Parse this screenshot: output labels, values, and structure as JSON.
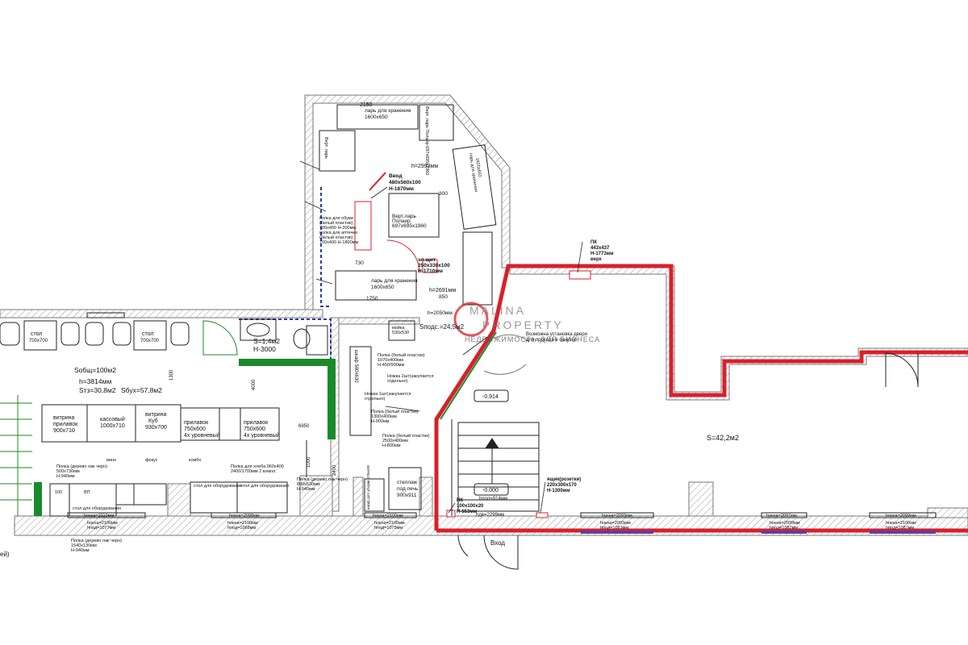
{
  "watermark": {
    "brand_line1": "MALINA",
    "brand_line2": "PROPERTY",
    "tagline": "НЕДВИЖИМОСТЬ ДЛЯ БИЗНЕСА"
  },
  "rooms": {
    "north": {
      "height": "h=2993мм",
      "dim_2150": "2150",
      "storage_chest_top": "ларь для хранения",
      "storage_chest_top_size": "1600х650",
      "vert_chest_label": "Верт. ларь Полаир 697х695х1960",
      "vert_chest_side": "Верт. ларь",
      "input_label": "Ввод",
      "input_size": "480х560х100",
      "input_h": "Н-1870мм",
      "dim_300": "300",
      "vert_chest2": "Верт.ларь",
      "vert_chest2_brand": "Полаир",
      "vert_chest2_size": "697х695х1960",
      "shelf_shoes": "полка для обуви",
      "shelf_shoes_material": "(белый пластик)",
      "shelf_shoes_size": "700х400 Н-300мм",
      "shelf_pharmacy": "полка для аптечки",
      "shelf_pharmacy_material": "(белый пластик)",
      "shelf_pharmacy_size": "700х400 Н-1800мм",
      "dim_730": "730",
      "el_panel": "эл.щит",
      "el_panel_size": "250х330х100",
      "el_panel_h": "Н-1710мм",
      "storage_right": "ларь для хранения",
      "storage_right_size": "1600х650",
      "storage_bottom": "ларь для хранения",
      "storage_bottom_size": "1600х650",
      "height2": "h=2691мм",
      "dim_1750": "1750",
      "dim_850": "850",
      "dim_2050": "h=2050мм"
    },
    "main_hall": {
      "area_total": "Sобщ=100м2",
      "height": "h=3814мм",
      "area_tz": "Sтз=30,8м2",
      "area_bukh": "Sбух=57,8м2",
      "table1": "стол",
      "table1_size": "700х700",
      "table2": "стол",
      "table2_size": "700х700",
      "counter1_name": "витрина",
      "counter1_sub": "прилавок",
      "counter1_size": "900х710",
      "counter2_name": "кассовый",
      "counter2_size": "1000х710",
      "counter3_name": "витрина",
      "counter3_sub": "Куб",
      "counter3_size": "930х700",
      "counter4_name": "прилавок",
      "counter4_size": "750х600",
      "counter4_sub": "4х уровневый",
      "counter5_name": "прилавок",
      "counter5_size": "750х600",
      "counter5_sub": "4х уровневый",
      "dim_6950": "6950",
      "dim_1000": "1000",
      "dim_2400": "2400",
      "dim_1300": "1300",
      "dim_4000": "4000"
    },
    "wc": {
      "area": "S=1,4м2",
      "height": "Н-3000"
    },
    "prep": {
      "area": "Sподс.=24,5м2",
      "sink": "мойка",
      "sink_size": "530х530",
      "shelf1": "Полка (белый пластик)",
      "shelf1_size": "1070х400мм",
      "shelf1_h": "Н-450/900мм",
      "leg2": "Ножка 2шт(закупается",
      "leg2b": "отдельно)",
      "leg1": "Ножка 1шт(закупается",
      "leg1b": "отдельно)",
      "shelf2": "Полка (белый пластик)",
      "shelf2_size": "1300х400мм",
      "shelf2_h": "Н-900мм",
      "shelf3": "Полка (белый пластик)",
      "shelf3_size": "2500х400мм",
      "shelf3_h": "Н-800мм",
      "cabinet_label": "шкаф 580х630"
    },
    "bottom_left": {
      "shelf_wood": "Полка (дерево лак черн)",
      "shelf_wood_size": "500х730мм",
      "shelf_wood_h": "Н-940мм",
      "bread_shelf": "Полка для хлеба 960х400",
      "bread_shelf2": "2400/1700мм 2 компл.",
      "shelf_wood2": "Полка (дерево лак черн)",
      "shelf_wood2_size": "800х530мм",
      "shelf_wood2_h": "Н-940мм",
      "equip_table1": "стол для оборудования",
      "equip_table2": "стол для оборудования",
      "equip_table3": "стол для оборудования",
      "shelf_wood3": "Полка (дерево лак черн)",
      "shelf_wood3_size": "1540х130мм",
      "shelf_wood3_h": "Н-940мм",
      "label_vino": "вино",
      "label_fokus": "фокус",
      "label_kombo": "комбо",
      "small_1": "100",
      "small_2": "ВП",
      "rack": "стеллаж",
      "rack_sub": "под печь",
      "rack_size": "900х911",
      "rack_side": "шкаф для уборки 470х630"
    },
    "east": {
      "area": "S=42,2м2",
      "pk_top": "ПК",
      "pk_top_size": "443х437",
      "pk_top_h": "Н-1773мм",
      "pk_top_pos": "верх",
      "door_note": "Возможна установка двери",
      "door_note2": "для прохода в санузел",
      "level1": "-0.914",
      "level2": "-0.000",
      "floor_level": "hпол=914мм",
      "pk_bottom": "ПК",
      "pk_bottom_size": "100х100х20",
      "pk_bottom_h": "Н-553мм",
      "box": "ящик(розетки)",
      "box_size": "220х300х170",
      "box_h": "Н-1300мм",
      "door_h": "hдв=2299мм",
      "entrance": "Вход"
    }
  },
  "windows": [
    {
      "top": "hокна=2100мм",
      "bottom": "hпод=1077мм"
    },
    {
      "top": "hокна=2100мм",
      "bottom": "hпод=1068мм"
    },
    {
      "top": "hокна=2100мм",
      "bottom": "hпод=1075мм"
    },
    {
      "top": "hокна=2093мм",
      "bottom": "hпод=1081мм"
    },
    {
      "top": "hокна=2099мм",
      "bottom": "hпод=1082мм"
    },
    {
      "top": "hокна=2100мм",
      "bottom": "hпод=1087мм"
    }
  ],
  "window_labels": [
    "hокна=2110мм",
    "hокна=2098мм",
    "hокна=2100мм",
    "hокна=2093мм",
    "hокна=2097мм",
    "hокна=2099мм"
  ],
  "edge_fragment": "ей)",
  "colors": {
    "wall_hatch": "#999999",
    "red_wall": "#d8202a",
    "green_wall": "#1a8a2a",
    "blue_dash": "#2a3a9a",
    "purple_window": "#6a3a9a"
  }
}
